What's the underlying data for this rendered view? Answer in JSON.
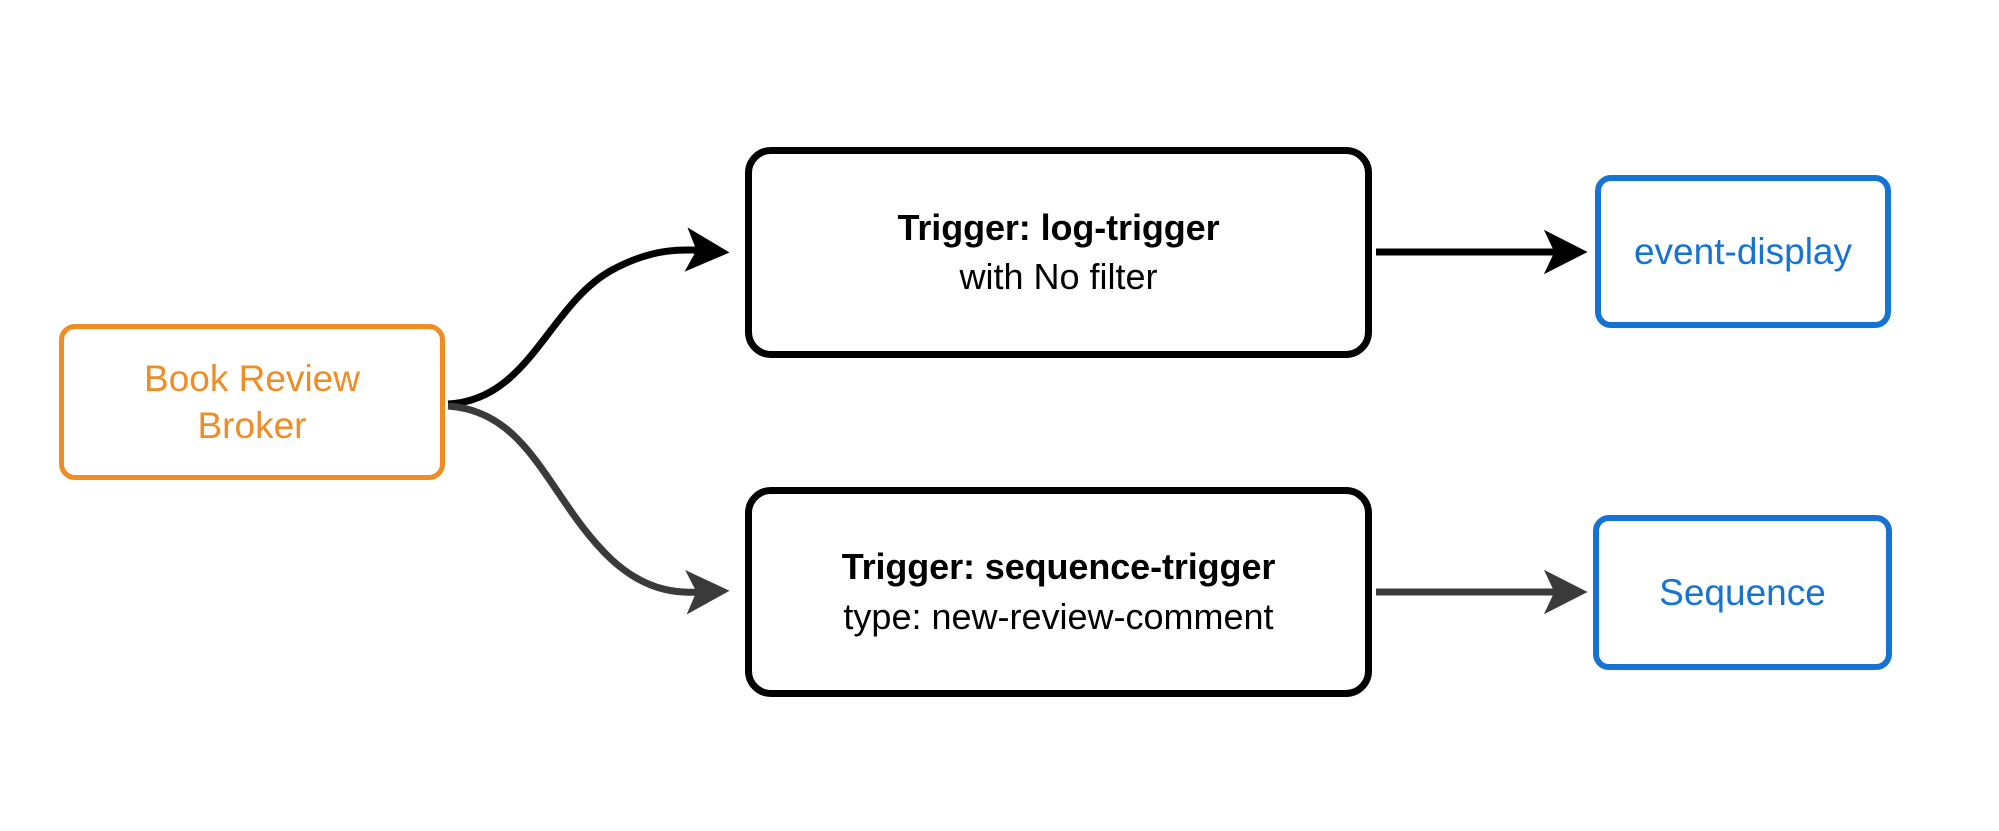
{
  "diagram": {
    "type": "flow-diagram",
    "background_color": "#ffffff",
    "palette": {
      "broker_accent": "#ef8c24",
      "trigger_stroke": "#000000",
      "leaf_accent": "#1573d3",
      "edge_primary": "#000000",
      "edge_secondary": "#3a3a3a"
    },
    "nodes": {
      "broker": {
        "id": "book-review-broker",
        "line1": "Book Review",
        "line2": "Broker",
        "color": "#ef8c24",
        "shape": "rounded-rect"
      },
      "trigger_log": {
        "id": "log-trigger",
        "title": "Trigger: log-trigger",
        "subtitle": "with No filter",
        "color": "#000000",
        "shape": "rounded-rect"
      },
      "trigger_sequence": {
        "id": "sequence-trigger",
        "title": "Trigger: sequence-trigger",
        "subtitle": "type: new-review-comment",
        "color": "#000000",
        "shape": "rounded-rect"
      },
      "sink_event_display": {
        "id": "event-display",
        "label": "event-display",
        "color": "#1573d3",
        "shape": "rounded-rect"
      },
      "sink_sequence": {
        "id": "sequence",
        "label": "Sequence",
        "color": "#1573d3",
        "shape": "rounded-rect"
      }
    },
    "edges": [
      {
        "id": "broker-to-log-trigger",
        "from": "book-review-broker",
        "to": "log-trigger",
        "style": "curved",
        "color": "#000000",
        "arrowhead": "filled-triangle",
        "label": ""
      },
      {
        "id": "broker-to-sequence-trigger",
        "from": "book-review-broker",
        "to": "sequence-trigger",
        "style": "curved",
        "color": "#3a3a3a",
        "arrowhead": "filled-triangle",
        "label": ""
      },
      {
        "id": "log-trigger-to-event-display",
        "from": "log-trigger",
        "to": "event-display",
        "style": "straight",
        "color": "#000000",
        "arrowhead": "filled-triangle",
        "label": ""
      },
      {
        "id": "sequence-trigger-to-sequence",
        "from": "sequence-trigger",
        "to": "sequence",
        "style": "straight",
        "color": "#3a3a3a",
        "arrowhead": "filled-triangle",
        "label": ""
      }
    ]
  }
}
